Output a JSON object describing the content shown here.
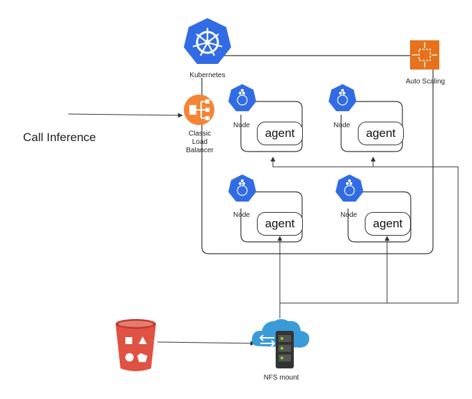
{
  "labels": {
    "kubernetes": "Kubernetes",
    "auto_scaling": "Auto Scaling",
    "call_inference": "Call Inference",
    "load_balancer": [
      "Classic",
      "Load",
      "Balancer"
    ],
    "nfs_mount": "NFS mount"
  },
  "nodes": [
    {
      "label": "Node",
      "agent": "agent"
    },
    {
      "label": "Node",
      "agent": "agent"
    },
    {
      "label": "Node",
      "agent": "agent"
    },
    {
      "label": "Node",
      "agent": "agent"
    }
  ],
  "colors": {
    "kubernetes_blue": "#326CE5",
    "aws_orange": "#F58534",
    "autoscaling_orange": "#E8711A",
    "s3_red": "#E05243",
    "nfs_cloud": "#3B9BD8",
    "line": "#333333"
  },
  "icons": [
    "kubernetes-icon",
    "auto-scaling-icon",
    "load-balancer-icon",
    "node-icon",
    "s3-bucket-icon",
    "nfs-icon"
  ]
}
